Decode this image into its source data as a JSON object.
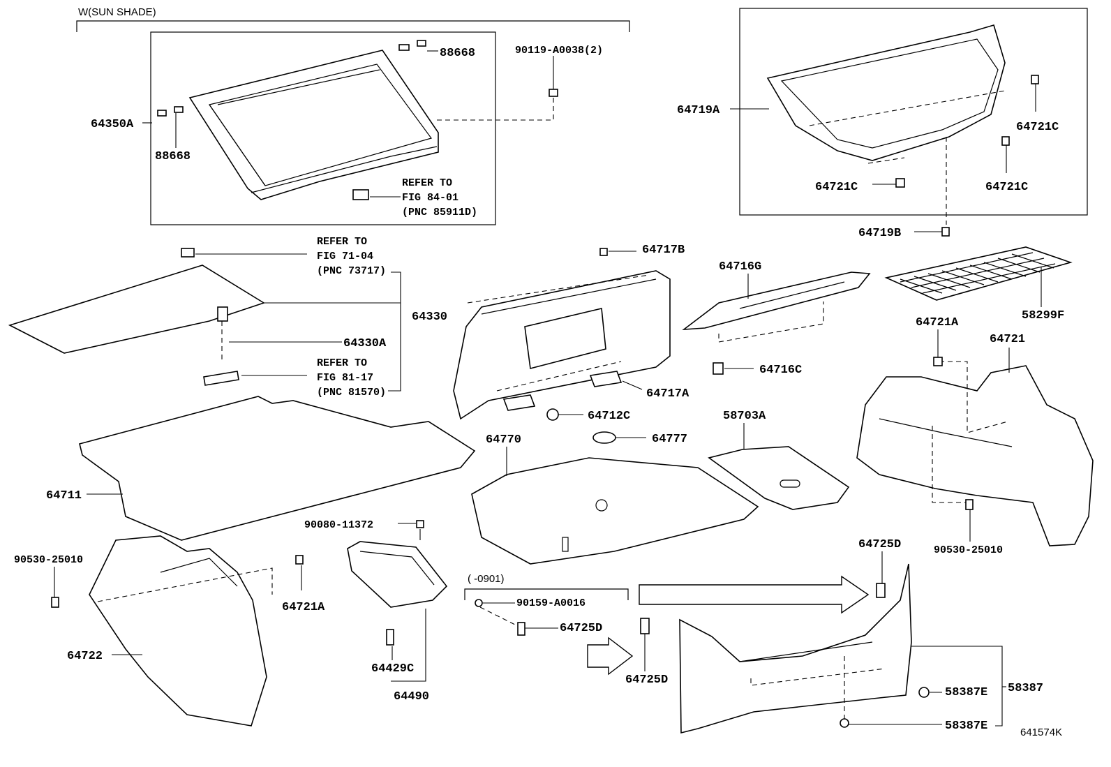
{
  "diagram": {
    "figure_id": "641574K",
    "group_labels": {
      "sun_shade": "W(SUN SHADE)",
      "date_range": "(      -0901)"
    },
    "parts": [
      {
        "id": "p88668a",
        "label": "88668"
      },
      {
        "id": "p88668b",
        "label": "88668"
      },
      {
        "id": "p64350A",
        "label": "64350A"
      },
      {
        "id": "p90119",
        "label": "90119-A0038(2)"
      },
      {
        "id": "p64330",
        "label": "64330"
      },
      {
        "id": "p64330A",
        "label": "64330A"
      },
      {
        "id": "p64711",
        "label": "64711"
      },
      {
        "id": "p64722",
        "label": "64722"
      },
      {
        "id": "p90530a",
        "label": "90530-25010"
      },
      {
        "id": "p64721Aa",
        "label": "64721A"
      },
      {
        "id": "p90080",
        "label": "90080-11372"
      },
      {
        "id": "p64429C",
        "label": "64429C"
      },
      {
        "id": "p64490",
        "label": "64490"
      },
      {
        "id": "p64717B",
        "label": "64717B"
      },
      {
        "id": "p64717A",
        "label": "64717A"
      },
      {
        "id": "p64712C",
        "label": "64712C"
      },
      {
        "id": "p64777",
        "label": "64777"
      },
      {
        "id": "p64770",
        "label": "64770"
      },
      {
        "id": "p64716G",
        "label": "64716G"
      },
      {
        "id": "p64716C",
        "label": "64716C"
      },
      {
        "id": "p58703A",
        "label": "58703A"
      },
      {
        "id": "p64719A",
        "label": "64719A"
      },
      {
        "id": "p64721Ca",
        "label": "64721C"
      },
      {
        "id": "p64721Cb",
        "label": "64721C"
      },
      {
        "id": "p64721Cc",
        "label": "64721C"
      },
      {
        "id": "p64719B",
        "label": "64719B"
      },
      {
        "id": "p58299F",
        "label": "58299F"
      },
      {
        "id": "p64721Ab",
        "label": "64721A"
      },
      {
        "id": "p64721",
        "label": "64721"
      },
      {
        "id": "p90530b",
        "label": "90530-25010"
      },
      {
        "id": "p64725Da",
        "label": "64725D"
      },
      {
        "id": "p90159",
        "label": "90159-A0016"
      },
      {
        "id": "p64725Db",
        "label": "64725D"
      },
      {
        "id": "p64725Dc",
        "label": "64725D"
      },
      {
        "id": "p58387Ea",
        "label": "58387E"
      },
      {
        "id": "p58387Eb",
        "label": "58387E"
      },
      {
        "id": "p58387",
        "label": "58387"
      }
    ],
    "refer_notes": [
      {
        "line1": "REFER TO",
        "line2": "FIG 84-01",
        "line3": "(PNC 85911D)"
      },
      {
        "line1": "REFER TO",
        "line2": "FIG 71-04",
        "line3": "(PNC 73717)"
      },
      {
        "line1": "REFER TO",
        "line2": "FIG 81-17",
        "line3": "(PNC 81570)"
      }
    ]
  }
}
